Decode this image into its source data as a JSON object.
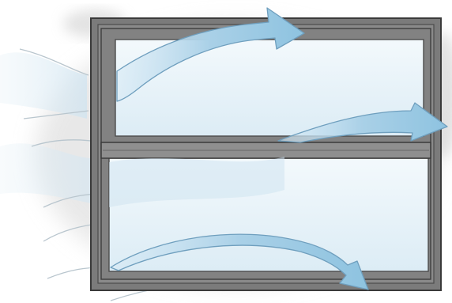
{
  "illustration": {
    "subject": "double-hung-window-airflow",
    "colors": {
      "frame": "#7a7a7a",
      "frame_outline": "#3a3a3a",
      "glass": "#e4f1f8",
      "airflow": "#9fcbe4",
      "airflow_outline": "#6f9fbe",
      "wind_lines": "#b7c4cc",
      "shadow": "#cfcfcf"
    },
    "sashes": [
      "upper-sash",
      "lower-sash"
    ],
    "airflow_arrows": [
      "upper-exit-arrow",
      "meeting-rail-exit-arrow",
      "lower-exit-arrow"
    ]
  }
}
